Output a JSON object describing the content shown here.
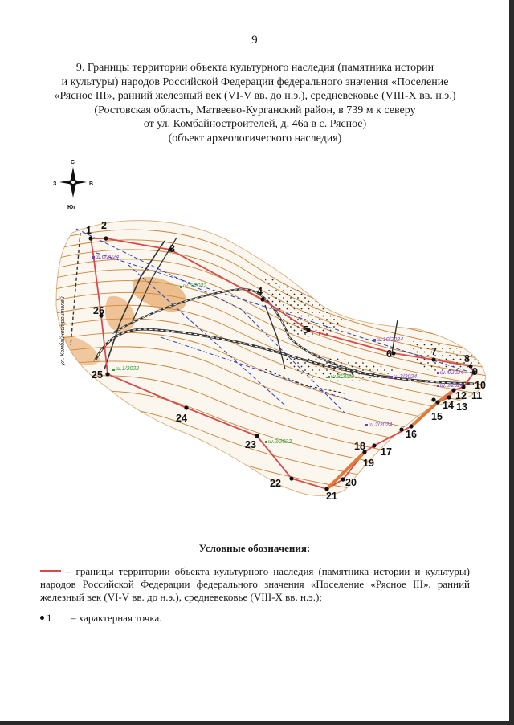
{
  "page": {
    "number": "9"
  },
  "title": {
    "lines": [
      "9. Границы территории объекта культурного наследия (памятника истории",
      "и культуры) народов Российской Федерации федерального значения «Поселение",
      "«Рясное III», ранний железный век (VI-V вв. до н.э.), средневековье (VIII-X вв. н.э.)",
      "(Ростовская область, Матвеево-Курганский район, в 739 м к северу",
      "от ул. Комбайностроителей, д. 46а в с. Рясное)",
      "(объект археологического наследия)"
    ]
  },
  "compass": {
    "north": "С",
    "south": "Юг",
    "west": "З",
    "east": "В"
  },
  "map": {
    "boundary_color": "#d94a4a",
    "contour_color": "#c8843a",
    "road_color": "#333333",
    "grid_line_color": "#2b3fbf",
    "pit_label_colors": {
      "green": "#2f9a2f",
      "purple": "#7b3fb5",
      "blue": "#2a49c8"
    },
    "characteristic_points": [
      "1",
      "2",
      "3",
      "4",
      "5",
      "6",
      "7",
      "8",
      "9",
      "10",
      "11",
      "12",
      "13",
      "14",
      "15",
      "16",
      "17",
      "18",
      "19",
      "20",
      "21",
      "22",
      "23",
      "24",
      "25",
      "26"
    ],
    "pits": [
      {
        "label": "ш.6/2024",
        "color": "purple"
      },
      {
        "label": "ш.5/2022",
        "color": "green"
      },
      {
        "label": "ш.1/2022",
        "color": "green"
      },
      {
        "label": "ш.2/2022",
        "color": "green"
      },
      {
        "label": "ш.10/2024",
        "color": "purple"
      },
      {
        "label": "ш.3/2024",
        "color": "purple"
      },
      {
        "label": "ш.4/2024",
        "color": "purple"
      },
      {
        "label": "ш.9/2024",
        "color": "purple"
      },
      {
        "label": "ш.2/2024",
        "color": "purple"
      },
      {
        "label": "ш.8/2022",
        "color": "green"
      }
    ],
    "street_label": "ул. Комбайностроителей"
  },
  "legend": {
    "title": "Условные обозначения:",
    "boundary_text": "– границы территории объекта культурного наследия (памятника истории и культуры) народов Российской Федерации федерального значения «Поселение «Рясное III», ранний железный век (VI-V вв. до н.э.), средневековье (VIII-X вв. н.э.);",
    "point_number": "1",
    "point_text": "– характерная точка."
  }
}
